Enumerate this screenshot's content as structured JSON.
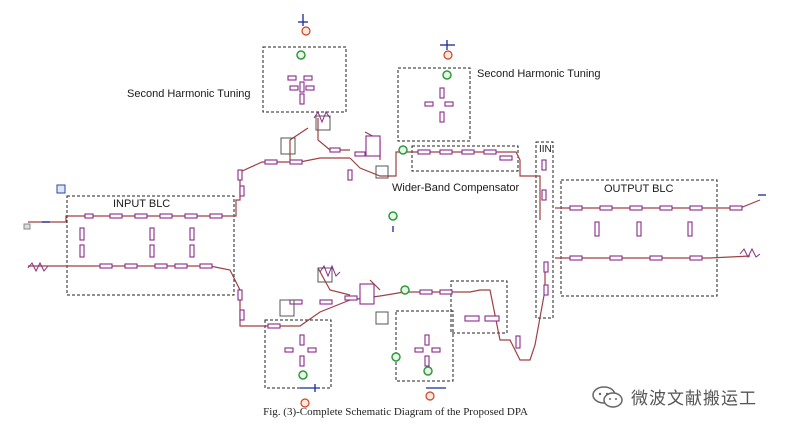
{
  "labels": {
    "second_harmonic_1": "Second Harmonic Tuning",
    "second_harmonic_2": "Second Harmonic Tuning",
    "input_blc": "INPUT BLC",
    "output_blc": "OUTPUT BLC",
    "wider_band": "Wider-Band Compensator",
    "iin": "IIN"
  },
  "caption": "Fig. (3)-Complete Schematic Diagram of the Proposed DPA",
  "watermark": {
    "text": "微波文献搬运工",
    "logo": "wechat-logo"
  },
  "colors": {
    "trace": "#a04040",
    "component": "#8a2a8a",
    "ground": "#1a2a9a",
    "box": "#222222",
    "source": "#2e9a3a",
    "bias": "#d04020"
  }
}
